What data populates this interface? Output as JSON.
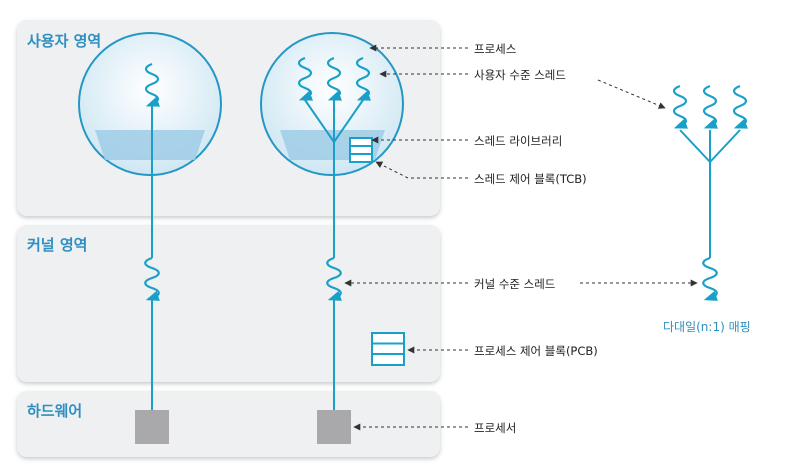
{
  "regions": {
    "user_space": "사용자 영역",
    "kernel_space": "커널 영역",
    "hardware": "하드웨어"
  },
  "labels": {
    "process": "프로세스",
    "user_level_thread": "사용자 수준 스레드",
    "thread_library": "스레드 라이브러리",
    "tcb": "스레드 제어 블록(TCB)",
    "kernel_level_thread": "커널 수준 스레드",
    "pcb": "프로세스 제어 블록(PCB)",
    "processor": "프로세서"
  },
  "mapping_caption": "다대일(n:1) 매핑",
  "colors": {
    "accent": "#2f8fc0",
    "thread": "#1aa0c8",
    "panel_bg": "#eef0f2",
    "process_fill": "#d6ecf6",
    "library_fill": "#9fcde6",
    "processor_fill": "#a9a9ab"
  }
}
